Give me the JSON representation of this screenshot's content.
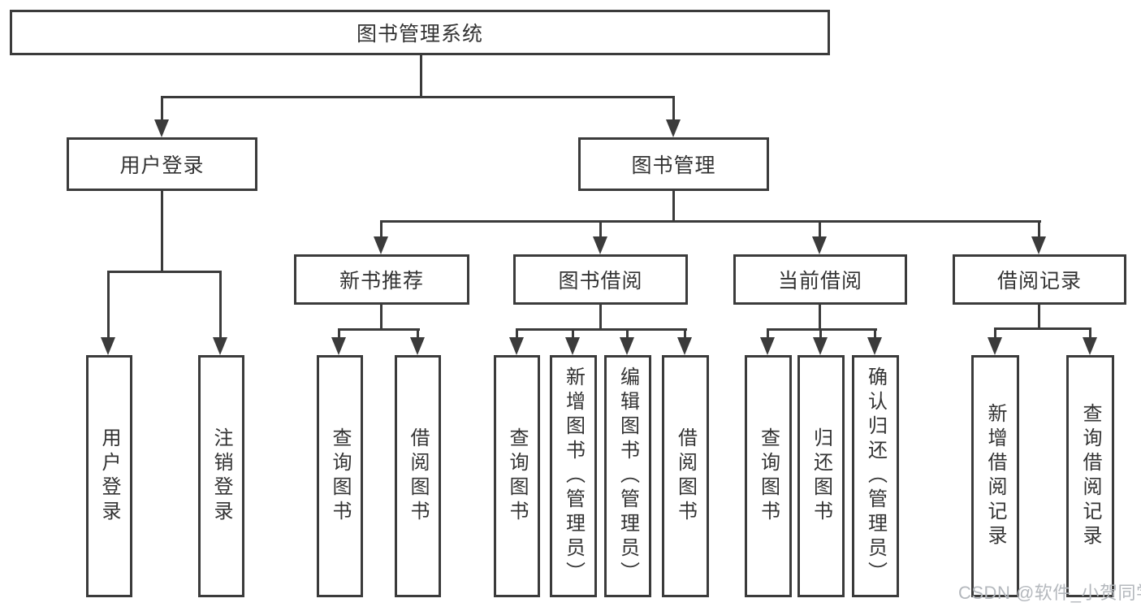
{
  "colors": {
    "line": "#3b3b3b",
    "box_border": "#3b3b3b",
    "text": "#333333",
    "background": "#ffffff",
    "watermark": "#b4b8bd"
  },
  "watermark": {
    "text": "CSDN @软件_小贺同学"
  },
  "tree": {
    "root": {
      "label": "图书管理系统"
    },
    "branches": [
      {
        "label": "用户登录",
        "children": [
          {
            "label": "用户登录"
          },
          {
            "label": "注销登录"
          }
        ]
      },
      {
        "label": "图书管理",
        "children": [
          {
            "label": "新书推荐",
            "children": [
              {
                "label": "查询图书"
              },
              {
                "label": "借阅图书"
              }
            ]
          },
          {
            "label": "图书借阅",
            "children": [
              {
                "label": "查询图书"
              },
              {
                "label": "新增图书（管理员）"
              },
              {
                "label": "编辑图书（管理员）"
              },
              {
                "label": "借阅图书"
              }
            ]
          },
          {
            "label": "当前借阅",
            "children": [
              {
                "label": "查询图书"
              },
              {
                "label": "归还图书"
              },
              {
                "label": "确认归还（管理员）"
              }
            ]
          },
          {
            "label": "借阅记录",
            "children": [
              {
                "label": "新增借阅记录"
              },
              {
                "label": "查询借阅记录"
              }
            ]
          }
        ]
      }
    ]
  }
}
